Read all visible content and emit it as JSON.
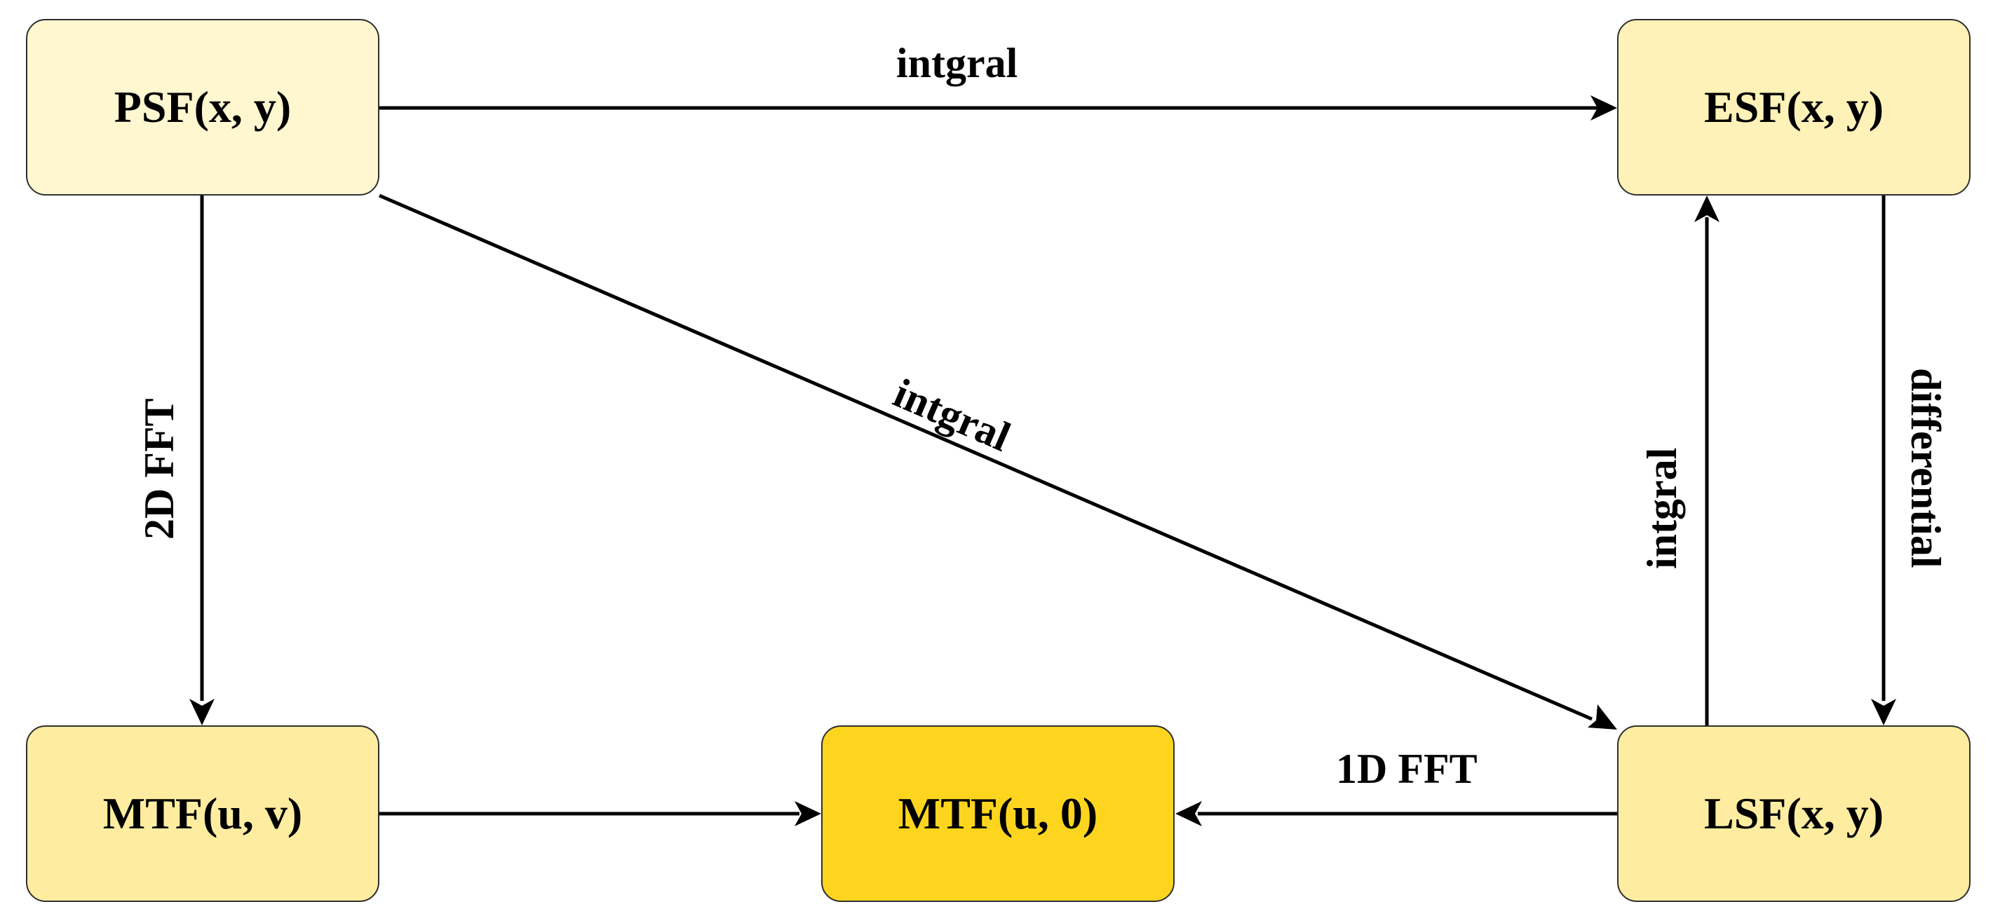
{
  "nodes": {
    "psf": {
      "label": "PSF(x, y)",
      "fill": "#fff7d0"
    },
    "esf": {
      "label": "ESF(x, y)",
      "fill": "#fff2b8"
    },
    "mtf_uv": {
      "label": "MTF(u, v)",
      "fill": "#feeda0"
    },
    "mtf_u0": {
      "label": "MTF(u, 0)",
      "fill": "#fdd51f"
    },
    "lsf": {
      "label": "LSF(x, y)",
      "fill": "#feeda0"
    }
  },
  "edges": {
    "psf_to_esf": "intgral",
    "psf_to_lsf": "intgral",
    "psf_to_mtf_uv": "2D FFT",
    "lsf_to_esf": "intgral",
    "esf_to_lsf": "differential",
    "lsf_to_mtf_u0": "1D FFT"
  },
  "colors": {
    "stroke": "#000000",
    "node_border": "#2f2f2f"
  }
}
